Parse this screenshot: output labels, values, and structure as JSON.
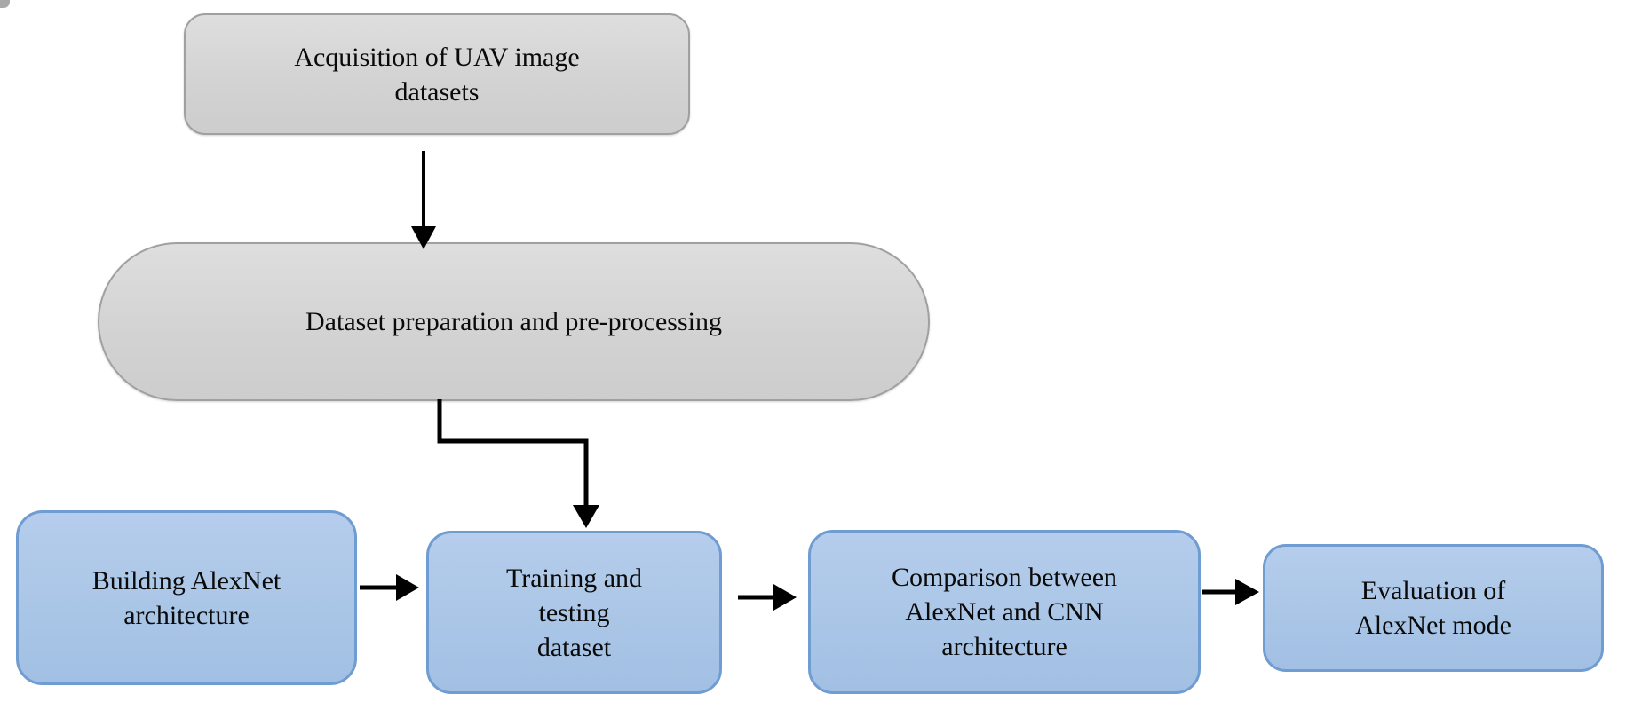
{
  "diagram": {
    "title": "AlexNet UAV image classification methodology flowchart",
    "colors": {
      "background": "#ffffff",
      "gray_fill": "#d4d4d4",
      "gray_border": "#a0a0a0",
      "blue_fill": "#a9c5e6",
      "blue_border": "#6f9cd1",
      "arrow": "#000000",
      "text": "#0a0a0a"
    },
    "nodes": [
      {
        "id": "acquisition",
        "shape": "rounded-rect",
        "color": "gray",
        "label": "Acquisition of UAV image datasets",
        "lines": [
          "Acquisition of UAV image",
          "datasets"
        ]
      },
      {
        "id": "preparation",
        "shape": "stadium",
        "color": "gray",
        "label": "Dataset preparation and pre-processing",
        "lines": [
          "Dataset preparation and pre-processing"
        ]
      },
      {
        "id": "building",
        "shape": "rounded-rect",
        "color": "blue",
        "label": "Building AlexNet architecture",
        "lines": [
          "Building AlexNet",
          "architecture"
        ]
      },
      {
        "id": "training",
        "shape": "rounded-rect",
        "color": "blue",
        "label": "Training and testing dataset",
        "lines": [
          "Training and",
          "testing",
          "dataset"
        ]
      },
      {
        "id": "comparison",
        "shape": "rounded-rect",
        "color": "blue",
        "label": "Comparison between AlexNet and CNN architecture",
        "lines": [
          "Comparison between",
          "AlexNet and CNN",
          "architecture"
        ]
      },
      {
        "id": "evaluation",
        "shape": "rounded-rect",
        "color": "blue",
        "label": "Evaluation of AlexNet mode",
        "lines": [
          "Evaluation of",
          "AlexNet mode"
        ]
      }
    ],
    "edges": [
      {
        "from": "acquisition",
        "to": "preparation",
        "type": "straight-down-arrow"
      },
      {
        "from": "preparation",
        "to": "training",
        "type": "elbow-down-arrow"
      },
      {
        "from": "building",
        "to": "training",
        "type": "right-arrow"
      },
      {
        "from": "training",
        "to": "comparison",
        "type": "right-arrow"
      },
      {
        "from": "comparison",
        "to": "evaluation",
        "type": "right-arrow"
      }
    ]
  }
}
